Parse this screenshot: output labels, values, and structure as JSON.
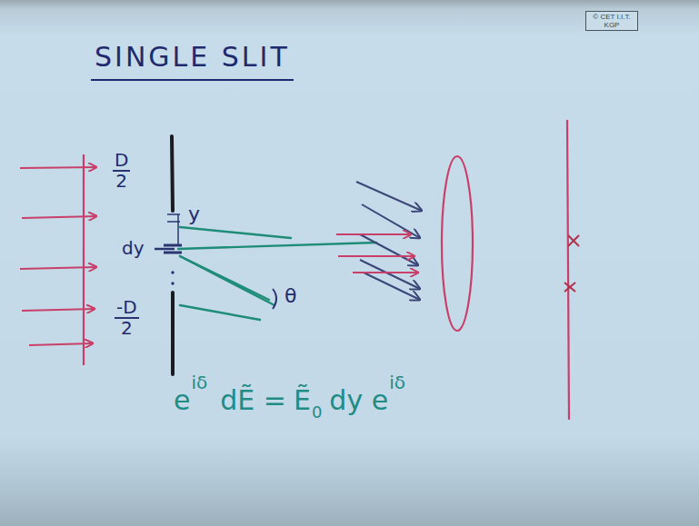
{
  "diagram": {
    "title": "SINGLE SLIT",
    "nodes": [
      {
        "text": [
          "© CET I.I.T. KGP"
        ]
      }
    ],
    "labels": [
      "D",
      "2",
      "y",
      "dy",
      "θ",
      "-D",
      "2",
      "e",
      "iδ",
      "dẼ =",
      "Ẽ",
      "0",
      "dy e",
      "iδ"
    ]
  }
}
